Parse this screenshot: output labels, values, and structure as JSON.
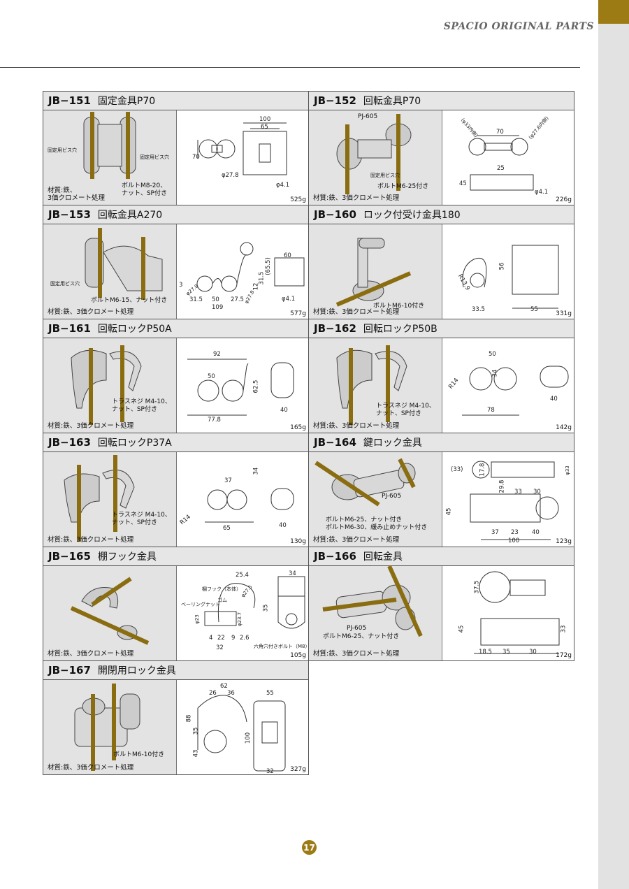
{
  "header": {
    "brand": "SPACIO ORIGINAL PARTS"
  },
  "page_number": "17",
  "parts": {
    "jb151": {
      "code": "JB−151",
      "name": "固定金具P70",
      "notes": [
        "固定用ビス穴",
        "固定用ビス穴",
        "ボルトM8-20、",
        "ナット、SP付き"
      ],
      "material": [
        "材質:鉄、",
        "3価クロメート処理"
      ],
      "dims": [
        "100",
        "65",
        "70",
        "φ27.8",
        "φ4.1"
      ],
      "weight": "525g"
    },
    "jb152": {
      "code": "JB−152",
      "name": "回転金具P70",
      "notes": [
        "PJ-605",
        "固定用ビス穴",
        "ボルトM6-25付き"
      ],
      "material": [
        "材質:鉄、3価クロメート処理"
      ],
      "dims": [
        "(φ33内側)",
        "70",
        "(φ27.6内側)",
        "25",
        "45",
        "φ4.1"
      ],
      "weight": "226g"
    },
    "jb153": {
      "code": "JB−153",
      "name": "回転金具A270",
      "notes": [
        "固定用ビス穴",
        "ボルトM6-15、ナット付き"
      ],
      "material": [
        "材質:鉄、3価クロメート処理"
      ],
      "dims": [
        "60",
        "(65.5)",
        "31.5",
        "12",
        "3",
        "φ27.8",
        "31.5",
        "50",
        "27.5",
        "109",
        "φ27.8",
        "φ4.1"
      ],
      "weight": "577g"
    },
    "jb160": {
      "code": "JB−160",
      "name": "ロック付受け金具180",
      "notes": [
        "ボルトM6-10付き"
      ],
      "material": [
        "材質:鉄、3価クロメート処理"
      ],
      "dims": [
        "56",
        "R13.9",
        "33.5",
        "55"
      ],
      "weight": "331g"
    },
    "jb161": {
      "code": "JB−161",
      "name": "回転ロックP50A",
      "notes": [
        "トラスネジ M4-10、",
        "ナット、SP付き"
      ],
      "material": [
        "材質:鉄、3価クロメート処理"
      ],
      "dims": [
        "92",
        "50",
        "62.5",
        "77.8",
        "40"
      ],
      "weight": "165g"
    },
    "jb162": {
      "code": "JB−162",
      "name": "回転ロックP50B",
      "notes": [
        "トラスネジ M4-10、",
        "ナット、SP付き"
      ],
      "material": [
        "材質:鉄、3価クロメート処理"
      ],
      "dims": [
        "50",
        "34",
        "R14",
        "78",
        "40"
      ],
      "weight": "142g"
    },
    "jb163": {
      "code": "JB−163",
      "name": "回転ロックP37A",
      "notes": [
        "トラスネジ M4-10、",
        "ナット、SP付き"
      ],
      "material": [
        "材質:鉄、3価クロメート処理"
      ],
      "dims": [
        "37",
        "34",
        "R14",
        "65",
        "40"
      ],
      "weight": "130g"
    },
    "jb164": {
      "code": "JB−164",
      "name": "鍵ロック金具",
      "notes": [
        "PJ-605",
        "ボルトM6-25、ナット付き",
        "ボルトM6-30、緩み止めナット付き"
      ],
      "material": [
        "材質:鉄、3価クロメート処理"
      ],
      "dims": [
        "(33)",
        "17.8",
        "φ33",
        "29.8",
        "33",
        "30",
        "45",
        "37",
        "23",
        "40",
        "100"
      ],
      "weight": "123g"
    },
    "jb165": {
      "code": "JB−165",
      "name": "棚フック金具",
      "notes": [
        "棚フック（本体）",
        "ゴム",
        "ベーリングナット",
        "六角穴付きボルト（M8）"
      ],
      "material": [
        "材質:鉄、3価クロメート処理"
      ],
      "dims": [
        "25.4",
        "34",
        "φ27.5",
        "35",
        "φ23",
        "φ23.7",
        "4",
        "22",
        "9",
        "2.6",
        "32"
      ],
      "weight": "105g"
    },
    "jb166": {
      "code": "JB−166",
      "name": "回転金具",
      "notes": [
        "PJ-605",
        "ボルトM6-25、ナット付き"
      ],
      "material": [
        "材質:鉄、3価クロメート処理"
      ],
      "dims": [
        "37.5",
        "45",
        "33",
        "18.5",
        "35",
        "30"
      ],
      "weight": "172g"
    },
    "jb167": {
      "code": "JB−167",
      "name": "開閉用ロック金具",
      "notes": [
        "ボルトM6-10付き"
      ],
      "material": [
        "材質:鉄、3価クロメート処理"
      ],
      "dims": [
        "62",
        "26",
        "36",
        "55",
        "88",
        "35",
        "43",
        "100",
        "32"
      ],
      "weight": "327g"
    }
  }
}
